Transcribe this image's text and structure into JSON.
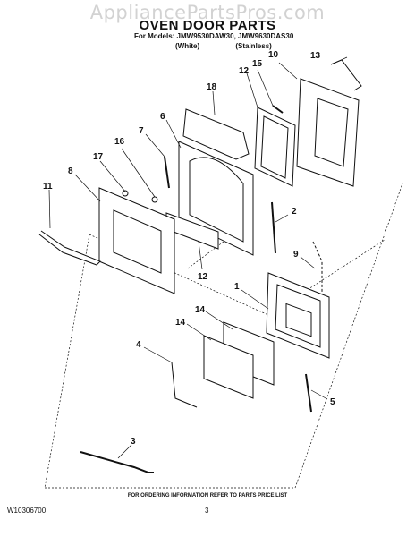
{
  "watermark": "AppliancePartsPros.com",
  "title": "OVEN DOOR PARTS",
  "models": "For Models: JMW9530DAW30, JMW9630DAS30",
  "variants": [
    "(White)",
    "(Stainless)"
  ],
  "callouts": [
    {
      "n": "1"
    },
    {
      "n": "2"
    },
    {
      "n": "3"
    },
    {
      "n": "4"
    },
    {
      "n": "5"
    },
    {
      "n": "6"
    },
    {
      "n": "7"
    },
    {
      "n": "8"
    },
    {
      "n": "9"
    },
    {
      "n": "10"
    },
    {
      "n": "11"
    },
    {
      "n": "12"
    },
    {
      "n": "12"
    },
    {
      "n": "13"
    },
    {
      "n": "14"
    },
    {
      "n": "14"
    },
    {
      "n": "15"
    },
    {
      "n": "16"
    },
    {
      "n": "17"
    },
    {
      "n": "18"
    }
  ],
  "footer_note": "FOR ORDERING INFORMATION REFER TO PARTS PRICE LIST",
  "doc_id": "W10306700",
  "page_number": "3",
  "colors": {
    "line": "#111111",
    "part_fill": "#ffffff",
    "shade": "#d9d9d9",
    "watermark": "#d2d2d2"
  }
}
